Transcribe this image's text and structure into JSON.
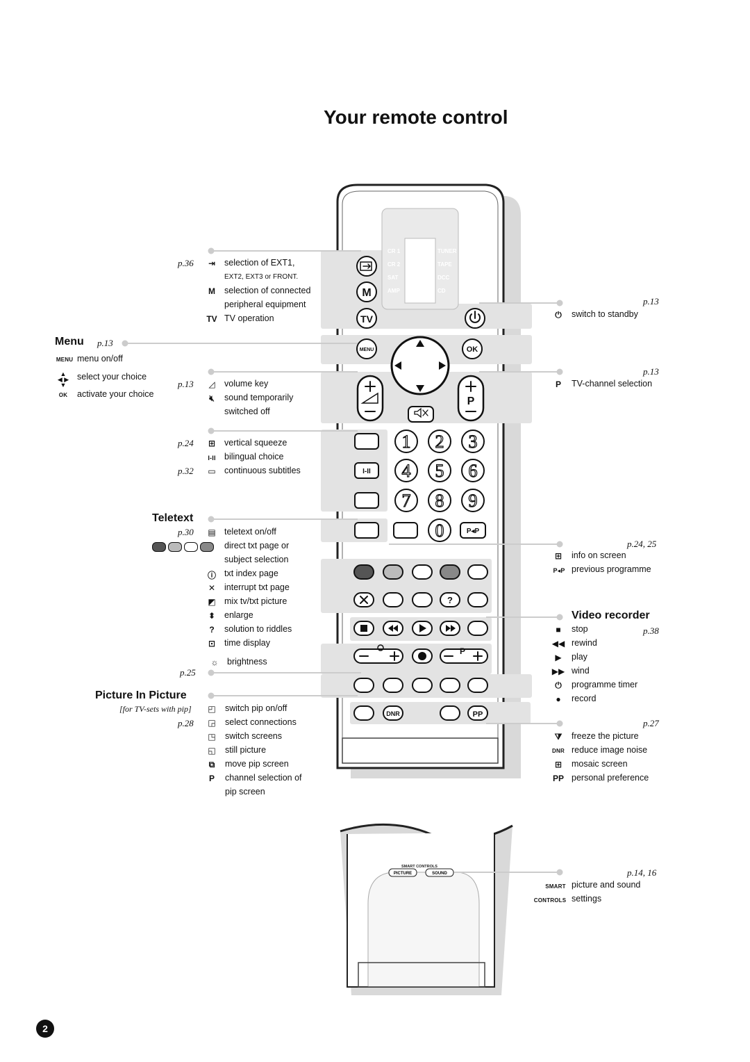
{
  "title": "Your remote control",
  "page_number": "2",
  "left": {
    "menu": {
      "heading": "Menu",
      "ref": "p.13",
      "items": [
        {
          "icon": "MENU",
          "text": "menu on/off"
        },
        {
          "icon": "arrows",
          "text": "select your choice"
        },
        {
          "icon": "OK",
          "text": "activate your choice"
        }
      ]
    },
    "ext": {
      "ref": "p.36",
      "line1": "selection of EXT1,",
      "line2": "EXT2, EXT3 or FRONT.",
      "m_icon": "M",
      "m_line1": "selection of connected",
      "m_line2": "peripheral equipment",
      "tv_icon": "TV",
      "tv_text": "TV operation"
    },
    "volume": {
      "ref": "p.13",
      "vol_text": "volume key",
      "mute_line1": "sound temporarily",
      "mute_line2": "switched off"
    },
    "format": {
      "ref1": "p.24",
      "squeeze": "vertical squeeze",
      "bilingual_icon": "I-II",
      "bilingual": "bilingual choice",
      "ref2": "p.32",
      "subtitles": "continuous subtitles"
    },
    "teletext": {
      "heading": "Teletext",
      "ref": "p.30",
      "items": [
        "teletext on/off",
        "direct txt page or",
        "subject selection",
        "txt index page",
        "interrupt txt page",
        "mix tv/txt picture",
        "enlarge",
        "solution to riddles",
        "time display"
      ],
      "brightness": "brightness",
      "ref2": "p.25"
    },
    "pip": {
      "heading": "Picture In Picture",
      "note": "[for TV-sets with pip]",
      "ref": "p.28",
      "items": [
        "switch pip on/off",
        "select connections",
        "switch screens",
        "still picture",
        "move pip screen",
        "channel selection of",
        "pip screen"
      ],
      "p_icon": "P"
    }
  },
  "right": {
    "standby": {
      "ref": "p.13",
      "text": "switch to standby"
    },
    "channel": {
      "ref": "p.13",
      "icon": "P",
      "text": "TV-channel selection"
    },
    "info": {
      "ref": "p.24, 25",
      "info_text": "info on screen",
      "prev_icon": "P◂P",
      "prev_text": "previous programme"
    },
    "video": {
      "heading": "Video recorder",
      "ref": "p.38",
      "items": [
        "stop",
        "rewind",
        "play",
        "wind",
        "programme timer",
        "record"
      ]
    },
    "picture": {
      "ref": "p.27",
      "items": [
        {
          "icon": "freeze",
          "text": "freeze the picture"
        },
        {
          "icon": "DNR",
          "text": "reduce image noise"
        },
        {
          "icon": "mosaic",
          "text": "mosaic screen"
        },
        {
          "icon": "PP",
          "text": "personal preference"
        }
      ]
    },
    "smart": {
      "ref": "p.14, 16",
      "icon1": "SMART",
      "icon2": "CONTROLS",
      "line1": "picture and sound",
      "line2": "settings"
    }
  },
  "remote": {
    "display": {
      "tv": "TV",
      "left": [
        "CR 1",
        "CR 2",
        "SAT",
        "AMP"
      ],
      "right": [
        "TUNER",
        "TAPE",
        "DCC",
        "CD"
      ]
    },
    "buttons": {
      "m": "M",
      "tv": "TV",
      "menu": "MENU",
      "ok": "OK",
      "p": "P",
      "digits": [
        "1",
        "2",
        "3",
        "4",
        "5",
        "6",
        "7",
        "8",
        "9",
        "0"
      ],
      "bilingual": "I-II",
      "prevprog": "P◂P",
      "riddle": "?",
      "dnr": "DNR",
      "pp": "PP",
      "pip_p": "P"
    },
    "smart": {
      "label": "SMART CONTROLS",
      "picture": "PICTURE",
      "sound": "SOUND"
    }
  }
}
